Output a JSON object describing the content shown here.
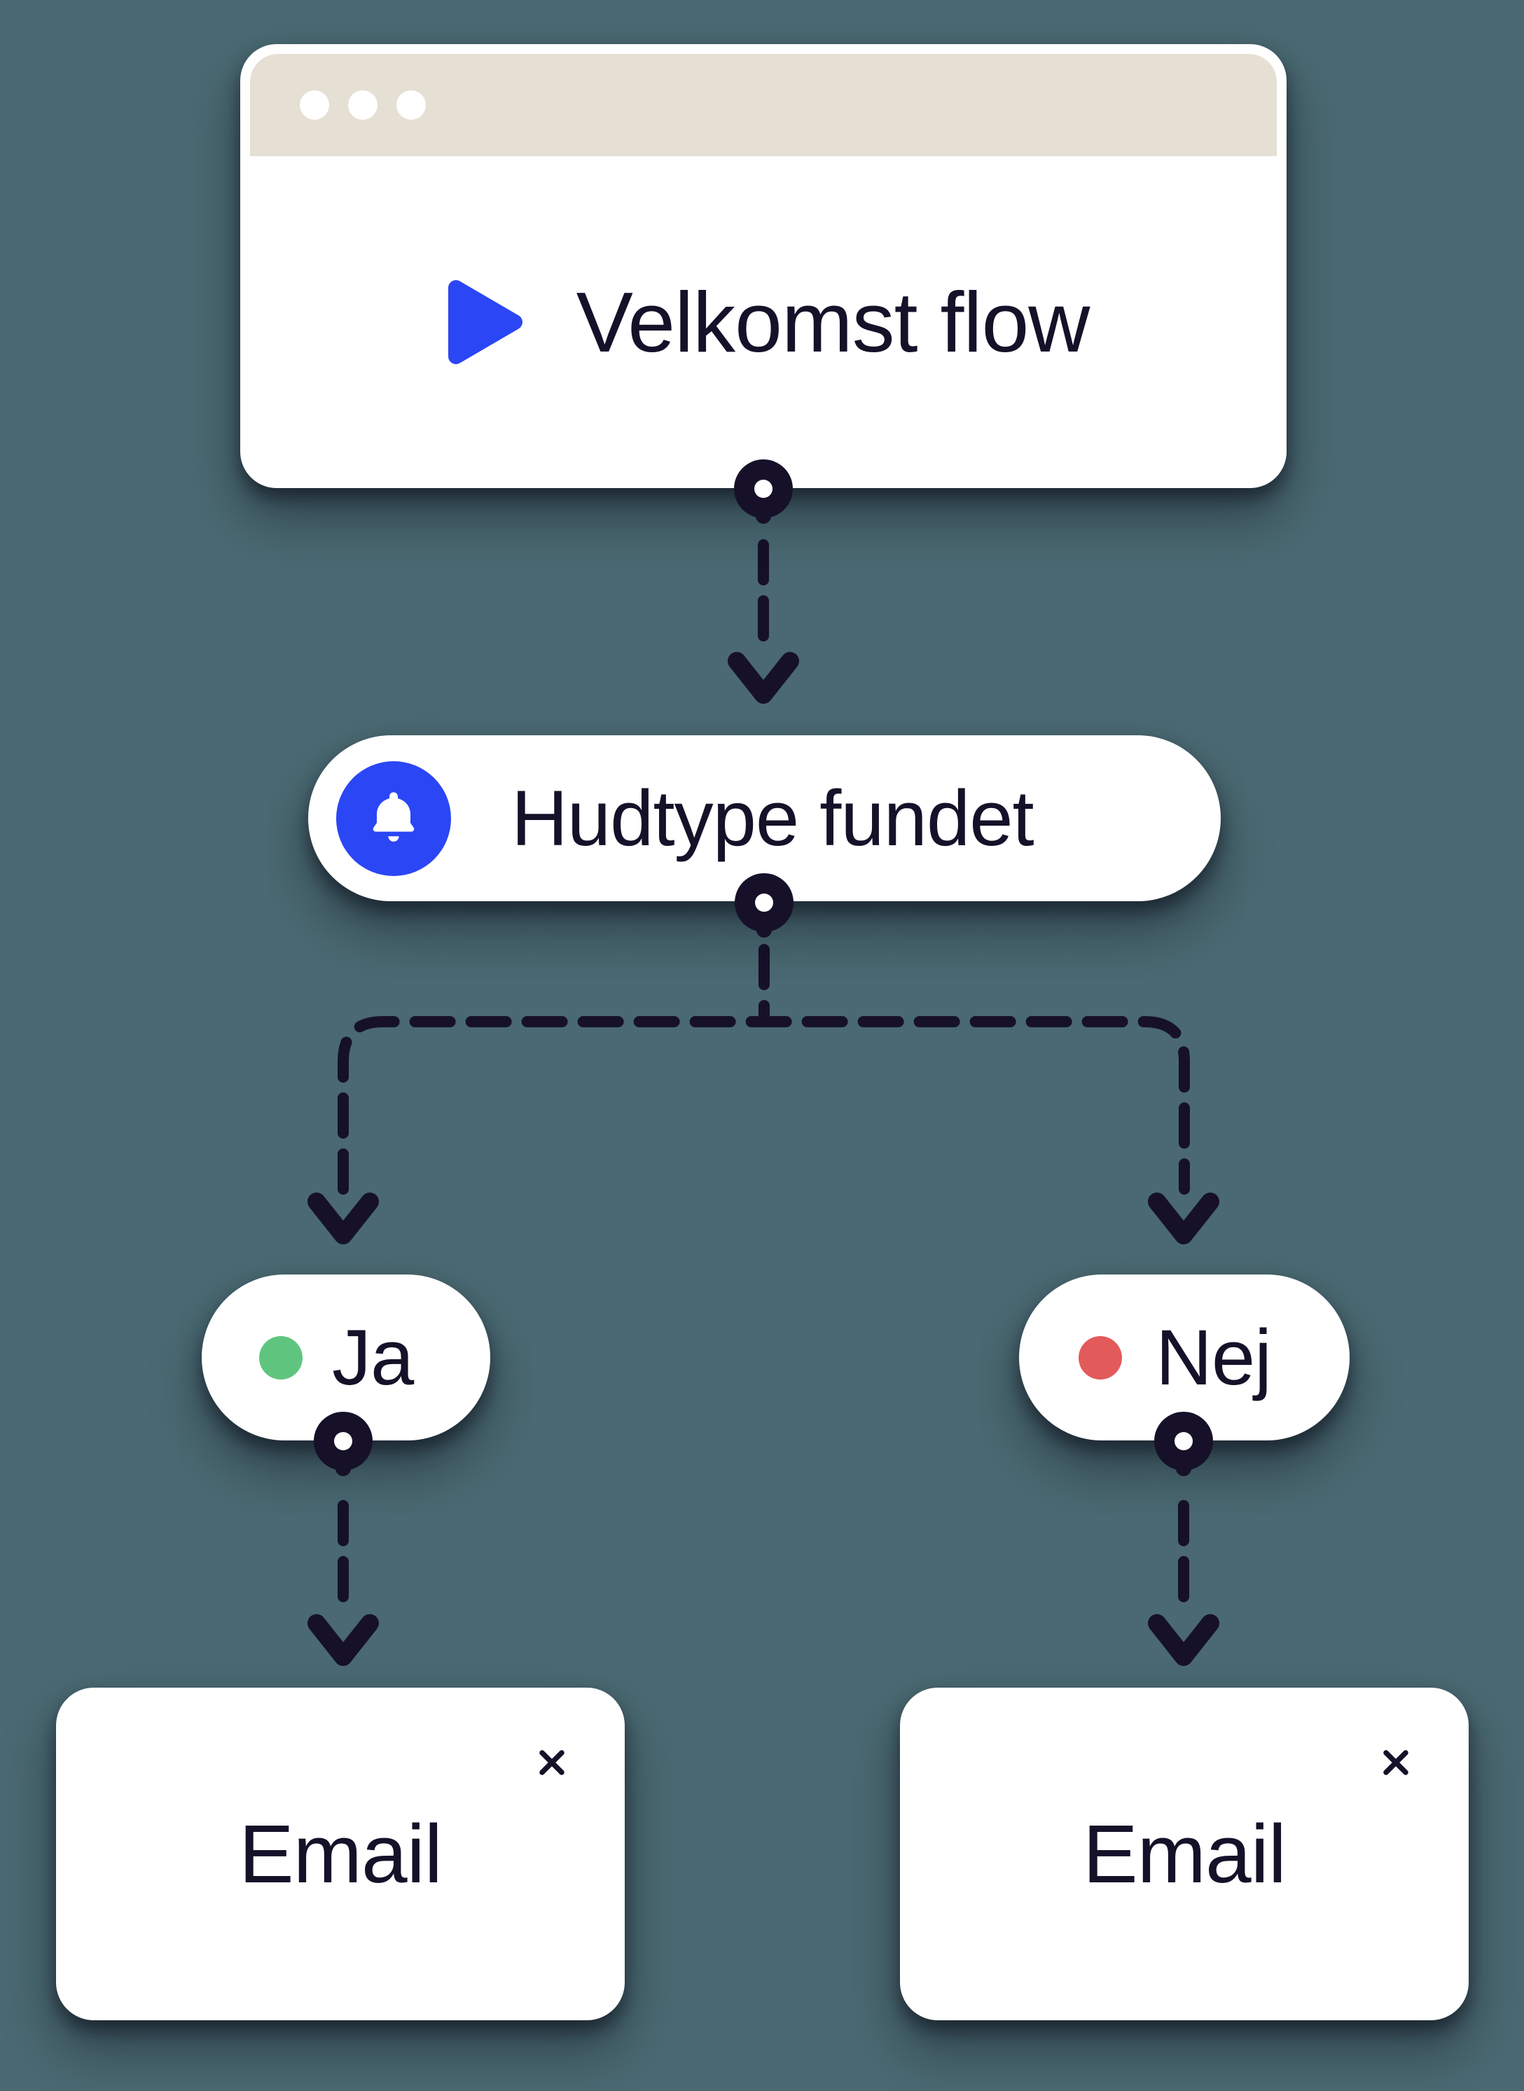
{
  "colors": {
    "background": "#4a6972",
    "ink": "#161129",
    "accent_blue": "#2b46f5",
    "titlebar_beige": "#e6dfd4",
    "node_white": "#ffffff",
    "yes_green": "#5fc57e",
    "no_red": "#e35a5a"
  },
  "start_window": {
    "title": "Velkomst flow",
    "icon": "play-icon"
  },
  "trigger": {
    "title": "Hudtype fundet",
    "icon": "bell-icon"
  },
  "branch_yes": {
    "label": "Ja",
    "dot_color": "#5fc57e"
  },
  "branch_no": {
    "label": "Nej",
    "dot_color": "#e35a5a"
  },
  "email_yes": {
    "title": "Email",
    "close_icon": "close-icon"
  },
  "email_no": {
    "title": "Email",
    "close_icon": "close-icon"
  }
}
